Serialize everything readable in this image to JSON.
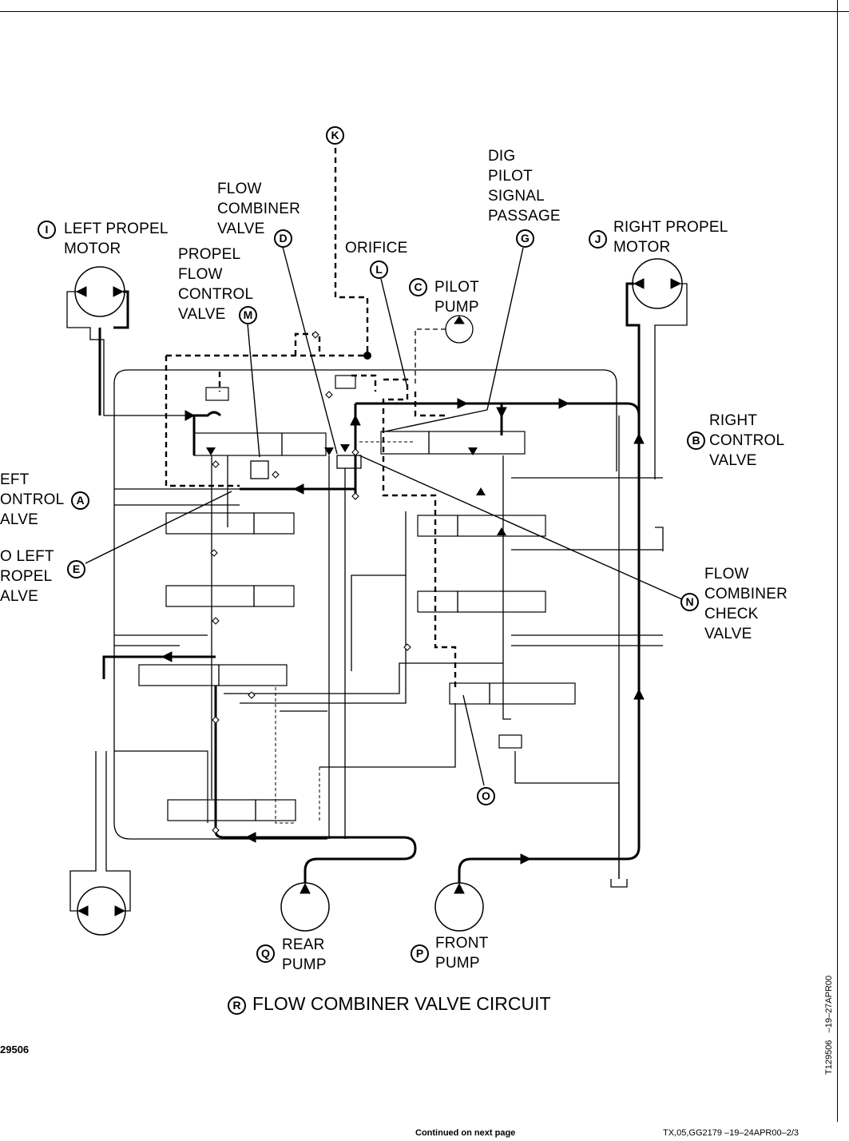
{
  "labels": {
    "I": {
      "letter": "I",
      "text": "LEFT PROPEL\nMOTOR"
    },
    "D": {
      "letter": "D",
      "text": "FLOW\nCOMBINER\nVALVE"
    },
    "M": {
      "letter": "M",
      "text": "PROPEL\nFLOW\nCONTROL\nVALVE"
    },
    "K": {
      "letter": "K"
    },
    "L": {
      "letter": "L",
      "text": "ORIFICE"
    },
    "G": {
      "letter": "G",
      "text": "DIG\nPILOT\nSIGNAL\nPASSAGE"
    },
    "C": {
      "letter": "C",
      "text": "PILOT\nPUMP"
    },
    "J": {
      "letter": "J",
      "text": "RIGHT PROPEL\nMOTOR"
    },
    "B": {
      "letter": "B",
      "text": "RIGHT\nCONTROL\nVALVE"
    },
    "A": {
      "letter": "A",
      "text": "EFT\nONTROL\nALVE"
    },
    "E": {
      "letter": "E",
      "text": "O LEFT\nROPEL\nALVE"
    },
    "N": {
      "letter": "N",
      "text": "FLOW\nCOMBINER\nCHECK\nVALVE"
    },
    "O": {
      "letter": "O"
    },
    "Q": {
      "letter": "Q",
      "text": "REAR\nPUMP"
    },
    "P": {
      "letter": "P",
      "text": "FRONT\nPUMP"
    }
  },
  "title": {
    "letter": "R",
    "text": "FLOW COMBINER VALVE CIRCUIT"
  },
  "figure_id": "29506",
  "side_code": "T129506   –19–27APR00",
  "footer": {
    "continued": "Continued on next page",
    "doc_code": "TX,05,GG2179   –19–24APR00–2/3"
  }
}
